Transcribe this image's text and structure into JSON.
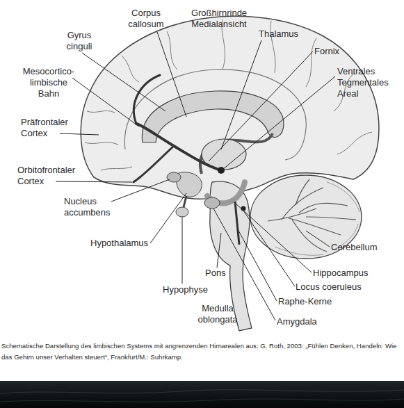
{
  "diagram": {
    "caption": "Schematische Darstellung des limbischen Systems mit angrenzenden Hirnarealen aus: G. Roth, 2003: „Fühlen Denken, Handeln: Wie das Gehirn unser Verhalten steuert“, Frankfurt/M.: Suhrkamp.",
    "labels": [
      "Corpus callosum",
      "Großhirnrinde Medialansicht",
      "Gyrus cinguli",
      "Thalamus",
      "Fornix",
      "Mesocortico- limbische Bahn",
      "Ventrales Tegmentales Areal",
      "Präfrontaler Cortex",
      "Orbitofrontaler Cortex",
      "Nucleus accumbens",
      "Hypothalamus",
      "Cerebellum",
      "Pons",
      "Hippocampus",
      "Hypophyse",
      "Locus coeruleus",
      "Raphe-Kerne",
      "Medulla oblongata",
      "Amygdala"
    ]
  }
}
